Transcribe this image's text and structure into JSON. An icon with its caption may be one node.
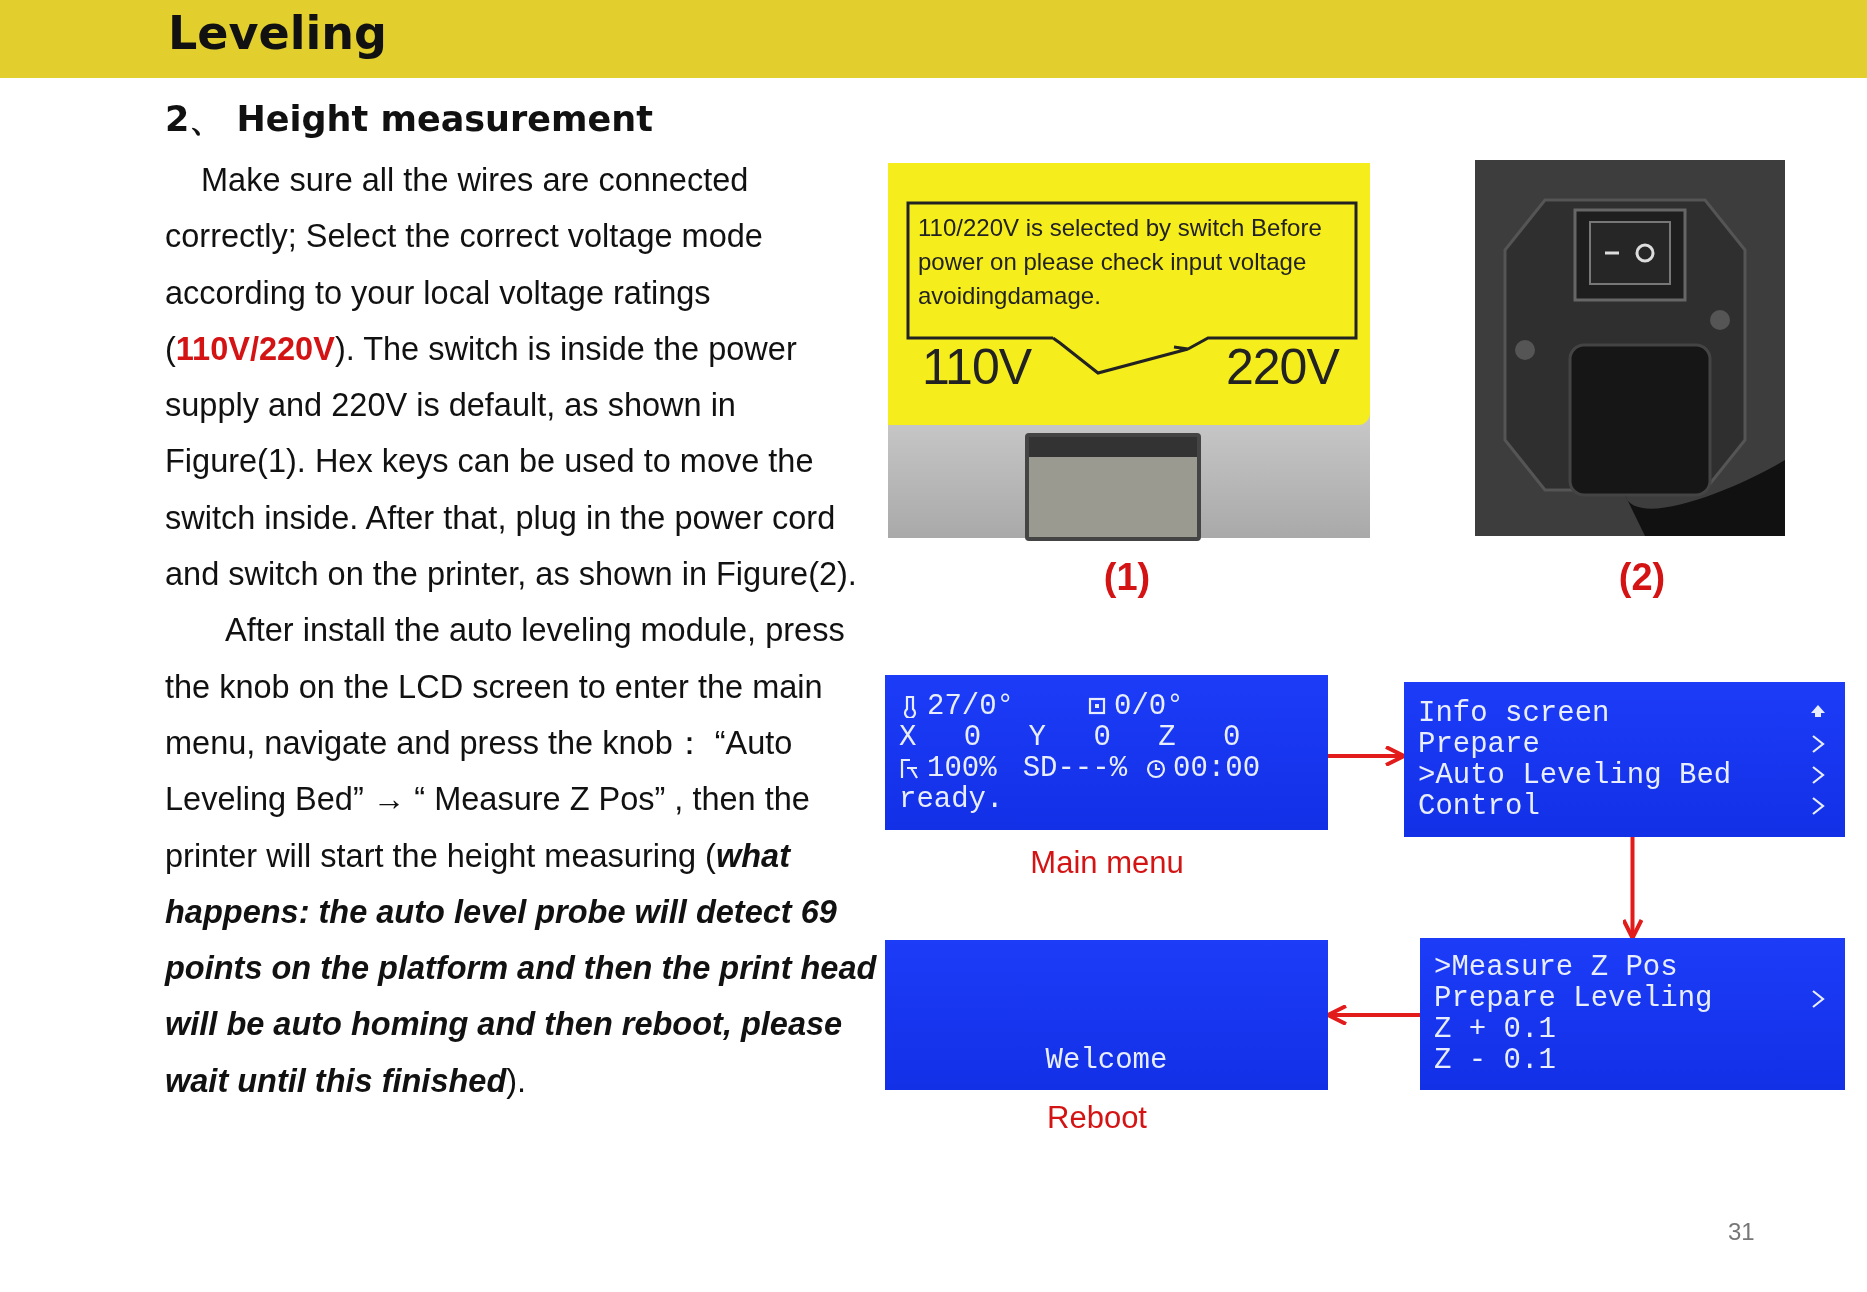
{
  "diagram": {
    "title": "Leveling",
    "nodes": [
      {
        "text": [
          "27/0°",
          "0/0°",
          "X 0 Y 0 Z 0",
          "100%",
          "SD---%",
          "00:00",
          "ready."
        ],
        "beside": [
          "Main menu"
        ]
      },
      {
        "text": [
          "Info screen",
          "Prepare",
          ">Auto Leveling Bed",
          "Control"
        ]
      },
      {
        "text": [
          ">Measure Z Pos",
          "Prepare Leveling",
          "Z + 0.1",
          "Z - 0.1"
        ]
      },
      {
        "text": [
          "Welcome"
        ],
        "beside": [
          "Reboot"
        ]
      }
    ],
    "edges": [
      {
        "from": 0,
        "to": 1,
        "arrow": "to"
      },
      {
        "from": 1,
        "to": 2,
        "arrow": "to"
      },
      {
        "from": 2,
        "to": 3,
        "arrow": "to"
      }
    ],
    "labels": [
      "2、 Height measurement",
      "Make sure all the wires are connected correctly; Select the correct voltage mode according to your local voltage ratings (**110V/220V**). The switch is inside the power supply and 220V is default, as shown in Figure(1). Hex keys can be used to move the switch inside. After that, plug in the power cord and switch on the printer, as shown in Figure(2).",
      "After install the auto leveling module, press the knob on the LCD screen to enter the main menu, navigate and press the knob： “Auto Leveling Bed” → “ Measure Z Pos” , then the printer will start the height measuring (**what happens: the auto level probe will detect 69 points on the platform and then the print head will be auto homing and then reboot, please wait until this finished**).",
      "110/220V is selected by switch Before power on please check input voltage avoidingdamage.",
      "110V",
      "220V",
      "(1)",
      "(2)",
      "31"
    ]
  }
}
